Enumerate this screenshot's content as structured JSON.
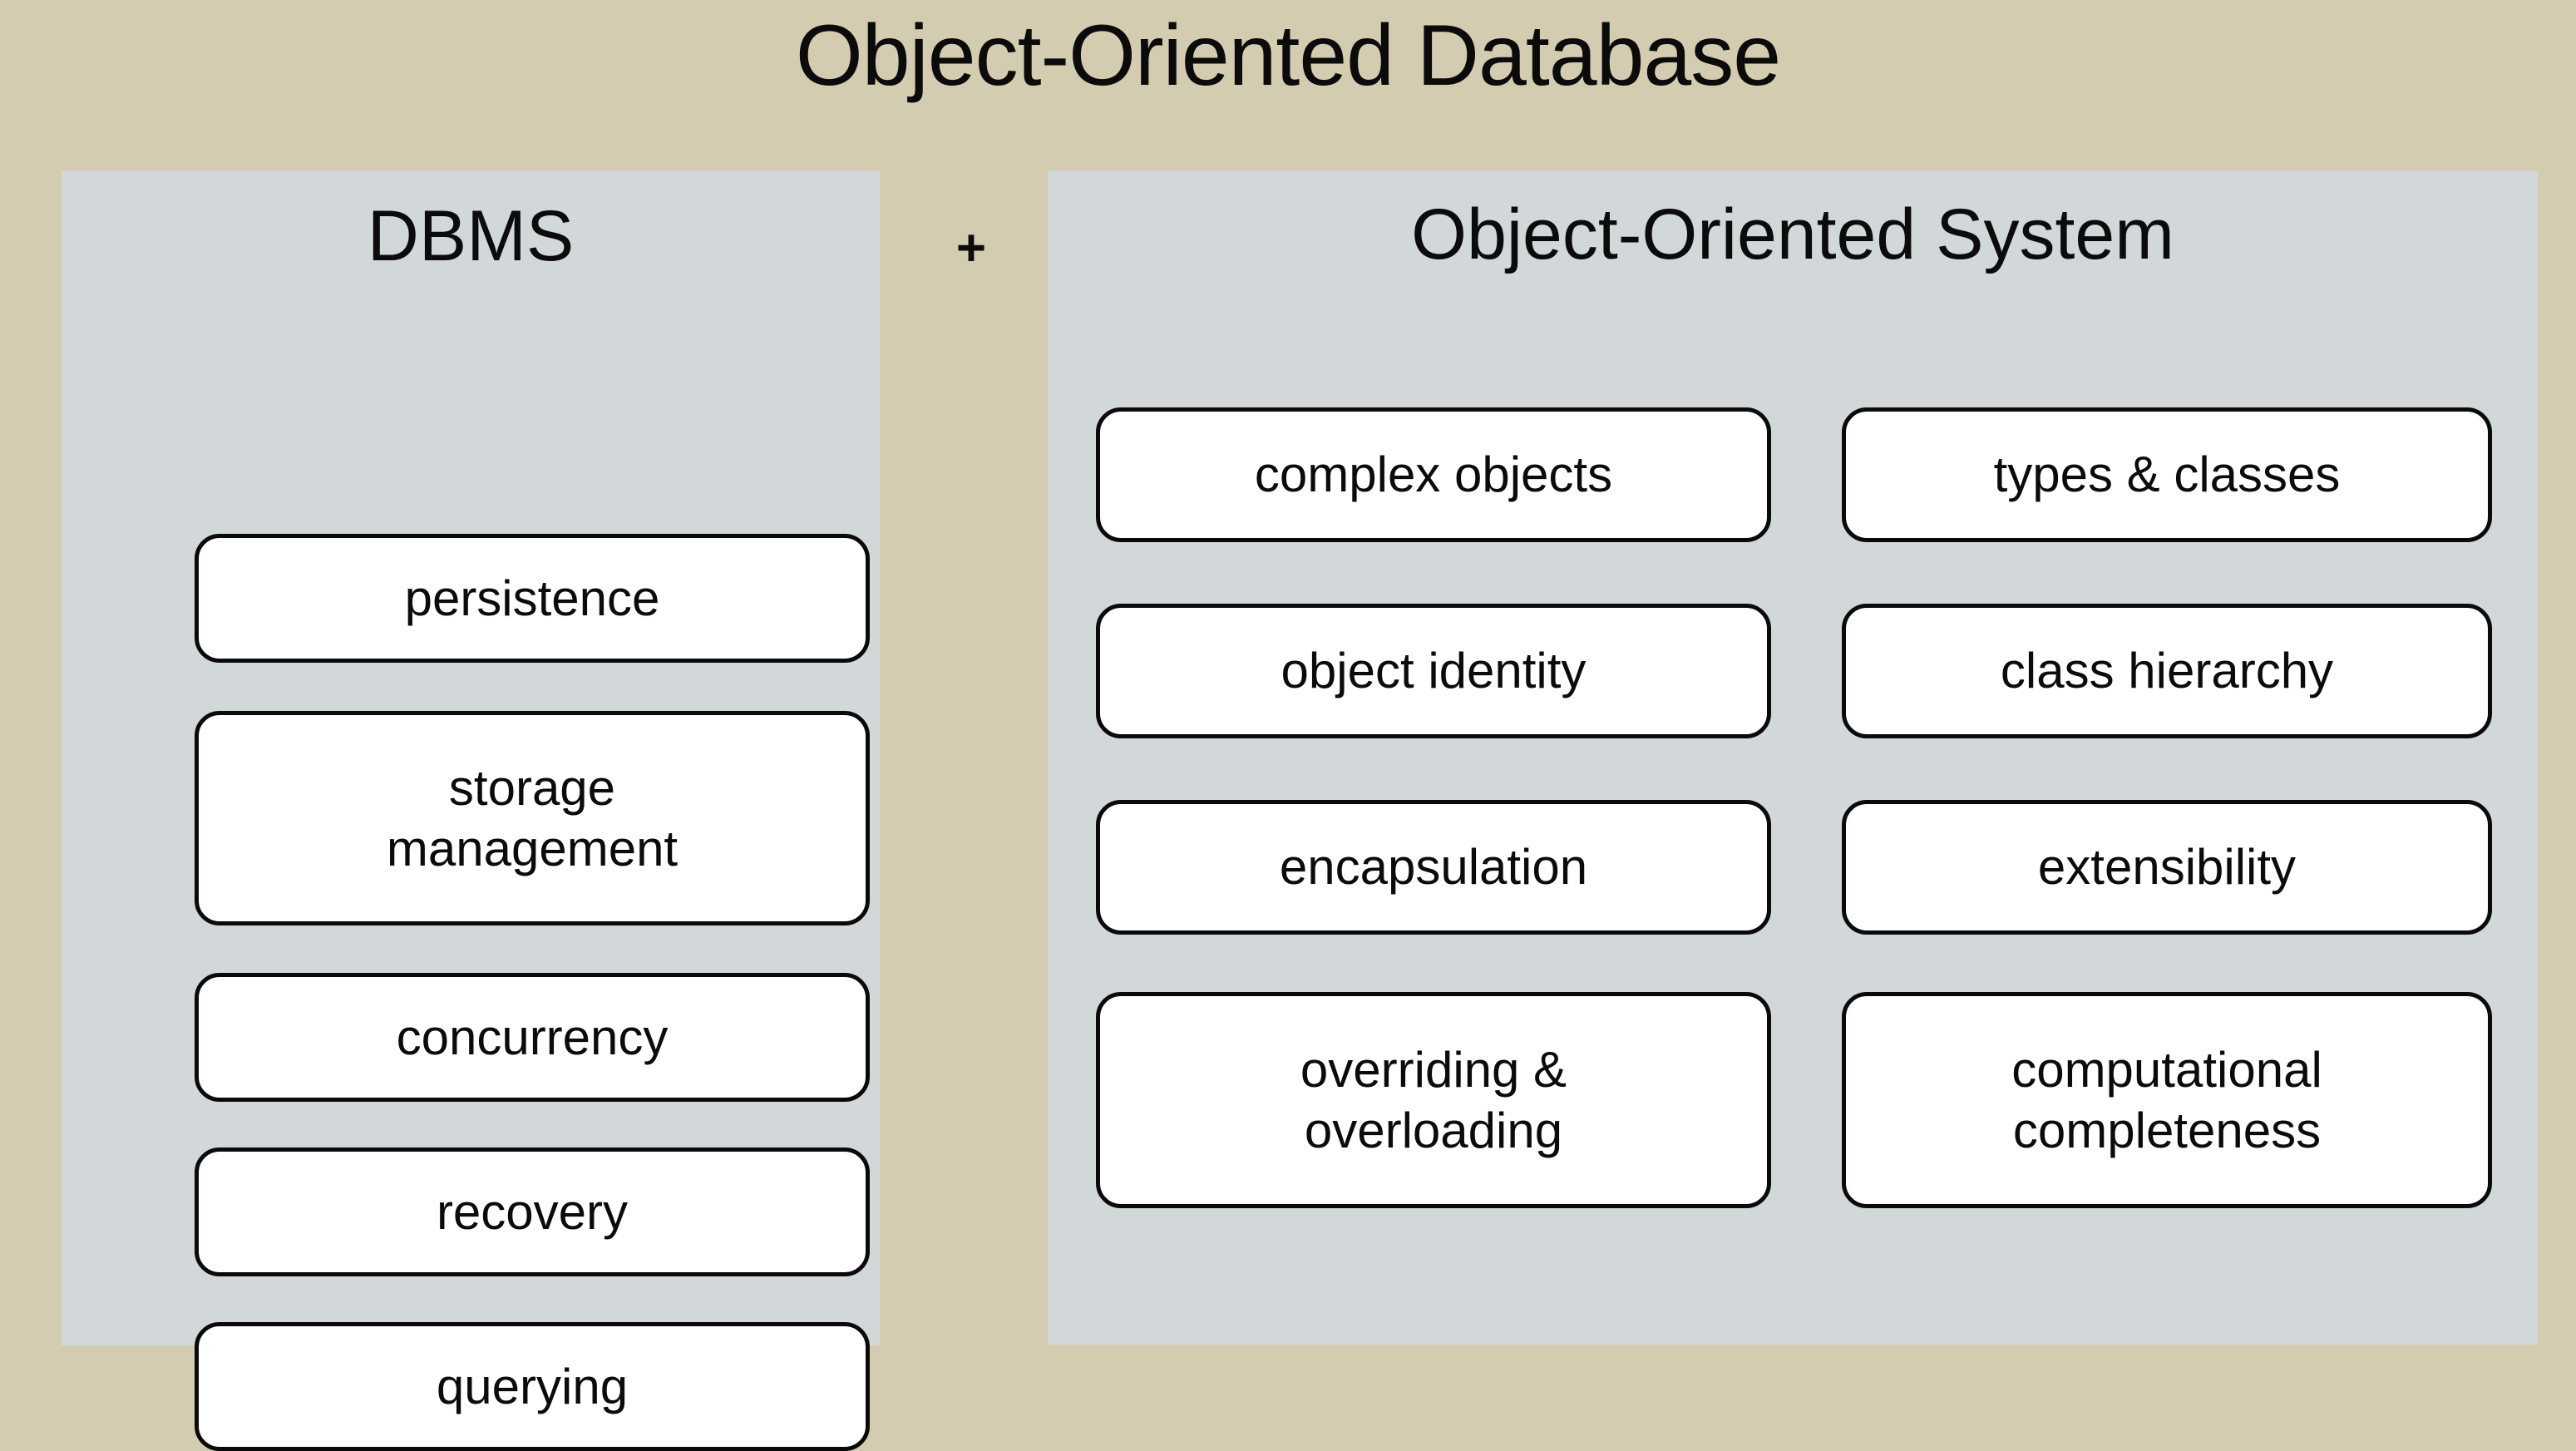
{
  "diagram": {
    "title": "Object-Oriented Database",
    "operator": "+",
    "colors": {
      "background": "#d4ccb0",
      "panel": "#d2d7d9",
      "box_fill": "#ffffff",
      "box_border": "#0a0a0a",
      "text": "#0b0b0b"
    }
  },
  "left_panel": {
    "title": "DBMS",
    "boxes": [
      {
        "label": "persistence"
      },
      {
        "label": "storage\nmanagement"
      },
      {
        "label": "concurrency"
      },
      {
        "label": "recovery"
      },
      {
        "label": "querying"
      }
    ]
  },
  "right_panel": {
    "title": "Object-Oriented System",
    "column1": [
      {
        "label": "complex objects"
      },
      {
        "label": "object identity"
      },
      {
        "label": "encapsulation"
      },
      {
        "label": "overriding &\noverloading"
      }
    ],
    "column2": [
      {
        "label": "types & classes"
      },
      {
        "label": "class hierarchy"
      },
      {
        "label": "extensibility"
      },
      {
        "label": "computational\ncompleteness"
      }
    ]
  }
}
